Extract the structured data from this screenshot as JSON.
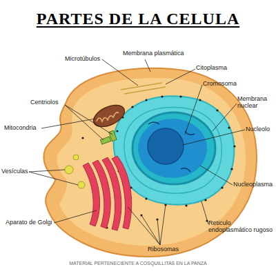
{
  "diagram": {
    "title": "PARTES DE LA CELULA",
    "caption": "MATERIAL PERTENECIENTE A COSQUILLITAS EN LA PANZA",
    "labels": [
      "Microtúbulos",
      "Membrana plasmática",
      "Citoplasma",
      "Cromosoma",
      "Membrana nuclear",
      "Nucleolo",
      "Centriolos",
      "Mitocondria",
      "Vesículas",
      "Nucleoplasma",
      "Aparato de Golgi",
      "Reticulo endoplasmático rugoso",
      "Ribosomas"
    ]
  }
}
